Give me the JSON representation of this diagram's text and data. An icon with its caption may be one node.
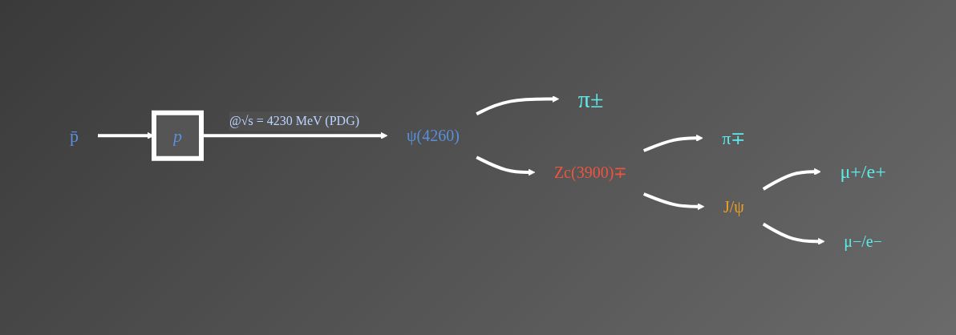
{
  "diagram": {
    "nodes": [
      {
        "text": [
          "p̄"
        ]
      },
      {
        "text": [
          "p"
        ]
      },
      {
        "text": [
          "ψ(4260)"
        ]
      },
      {
        "text": [
          "π±"
        ]
      },
      {
        "text": [
          "Zc(3900)∓"
        ]
      },
      {
        "text": [
          "π∓"
        ]
      },
      {
        "text": [
          "J/ψ"
        ]
      },
      {
        "text": [
          "μ+/e+"
        ]
      },
      {
        "text": [
          "μ−/e−"
        ]
      }
    ],
    "edges": [
      {
        "from": 0,
        "to": 1,
        "arrow": "to"
      },
      {
        "from": 1,
        "to": 2,
        "arrow": "to",
        "label": "@√s = 4230 MeV (PDG)"
      },
      {
        "from": 2,
        "to": 3,
        "arrow": "to"
      },
      {
        "from": 2,
        "to": 4,
        "arrow": "to"
      },
      {
        "from": 4,
        "to": 5,
        "arrow": "to"
      },
      {
        "from": 4,
        "to": 6,
        "arrow": "to"
      },
      {
        "from": 6,
        "to": 7,
        "arrow": "to"
      },
      {
        "from": 6,
        "to": 8,
        "arrow": "to"
      }
    ]
  }
}
